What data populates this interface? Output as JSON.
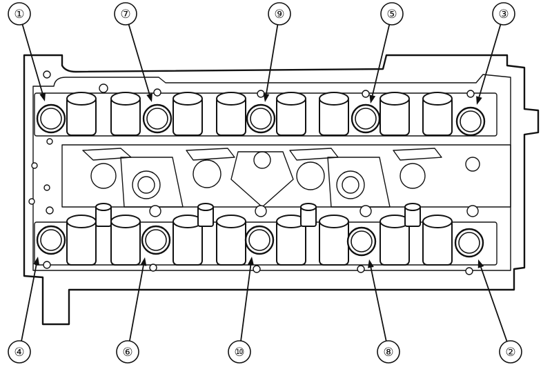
{
  "diagram": {
    "callouts": [
      {
        "label": "①",
        "order": 1
      },
      {
        "label": "⑦",
        "order": 7
      },
      {
        "label": "⑨",
        "order": 9
      },
      {
        "label": "⑤",
        "order": 5
      },
      {
        "label": "③",
        "order": 3
      },
      {
        "label": "④",
        "order": 4
      },
      {
        "label": "⑥",
        "order": 6
      },
      {
        "label": "⑩",
        "order": 10
      },
      {
        "label": "⑧",
        "order": 8
      },
      {
        "label": "②",
        "order": 2
      }
    ]
  }
}
